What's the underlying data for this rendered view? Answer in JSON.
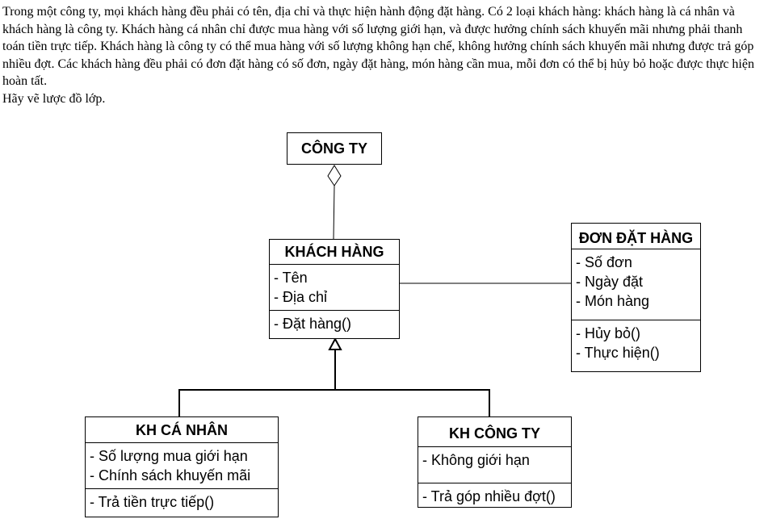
{
  "problem": {
    "paragraph": "Trong một công ty, mọi khách hàng đều phải có tên, địa chỉ và thực hiện hành động đặt hàng. Có 2 loại khách hàng: khách hàng là cá nhân và khách hàng là công ty. Khách hàng cá nhân chỉ được mua hàng với số lượng giới hạn, và được hưởng chính sách khuyến mãi nhưng phải thanh toán tiền trực tiếp. Khách hàng là công ty có thể mua hàng với số lượng không hạn chế, không hưởng chính sách khuyến mãi nhưng được trả góp nhiều đợt. Các khách hàng đều phải có đơn đặt hàng có số đơn, ngày đặt hàng, món hàng cần mua, mỗi đơn có thể bị hủy bỏ hoặc được thực hiện hoàn tất.",
    "task": "Hãy vẽ lược đồ lớp."
  },
  "classes": {
    "cong_ty": {
      "name": "CÔNG TY"
    },
    "khach_hang": {
      "name": "KHÁCH HÀNG",
      "attributes": [
        "- Tên",
        "- Địa chỉ"
      ],
      "methods": [
        "- Đặt hàng()"
      ]
    },
    "don_dat_hang": {
      "name": "ĐƠN ĐẶT HÀNG",
      "attributes": [
        "- Số đơn",
        "- Ngày đặt",
        "- Món hàng"
      ],
      "methods": [
        "- Hủy bỏ()",
        "- Thực hiện()"
      ]
    },
    "kh_ca_nhan": {
      "name": "KH CÁ NHÂN",
      "attributes": [
        "- Số lượng mua giới hạn",
        "- Chính sách khuyến mãi"
      ],
      "methods": [
        "- Trả tiền trực tiếp()"
      ]
    },
    "kh_cong_ty": {
      "name": "KH CÔNG TY",
      "attributes": [
        "- Không giới hạn"
      ],
      "methods": [
        "- Trả góp nhiều đợt()"
      ]
    }
  },
  "relationships": [
    {
      "type": "aggregation",
      "whole": "CÔNG TY",
      "part": "KHÁCH HÀNG"
    },
    {
      "type": "association",
      "from": "KHÁCH HÀNG",
      "to": "ĐƠN ĐẶT HÀNG"
    },
    {
      "type": "generalization",
      "parent": "KHÁCH HÀNG",
      "children": [
        "KH CÁ NHÂN",
        "KH CÔNG TY"
      ]
    }
  ]
}
